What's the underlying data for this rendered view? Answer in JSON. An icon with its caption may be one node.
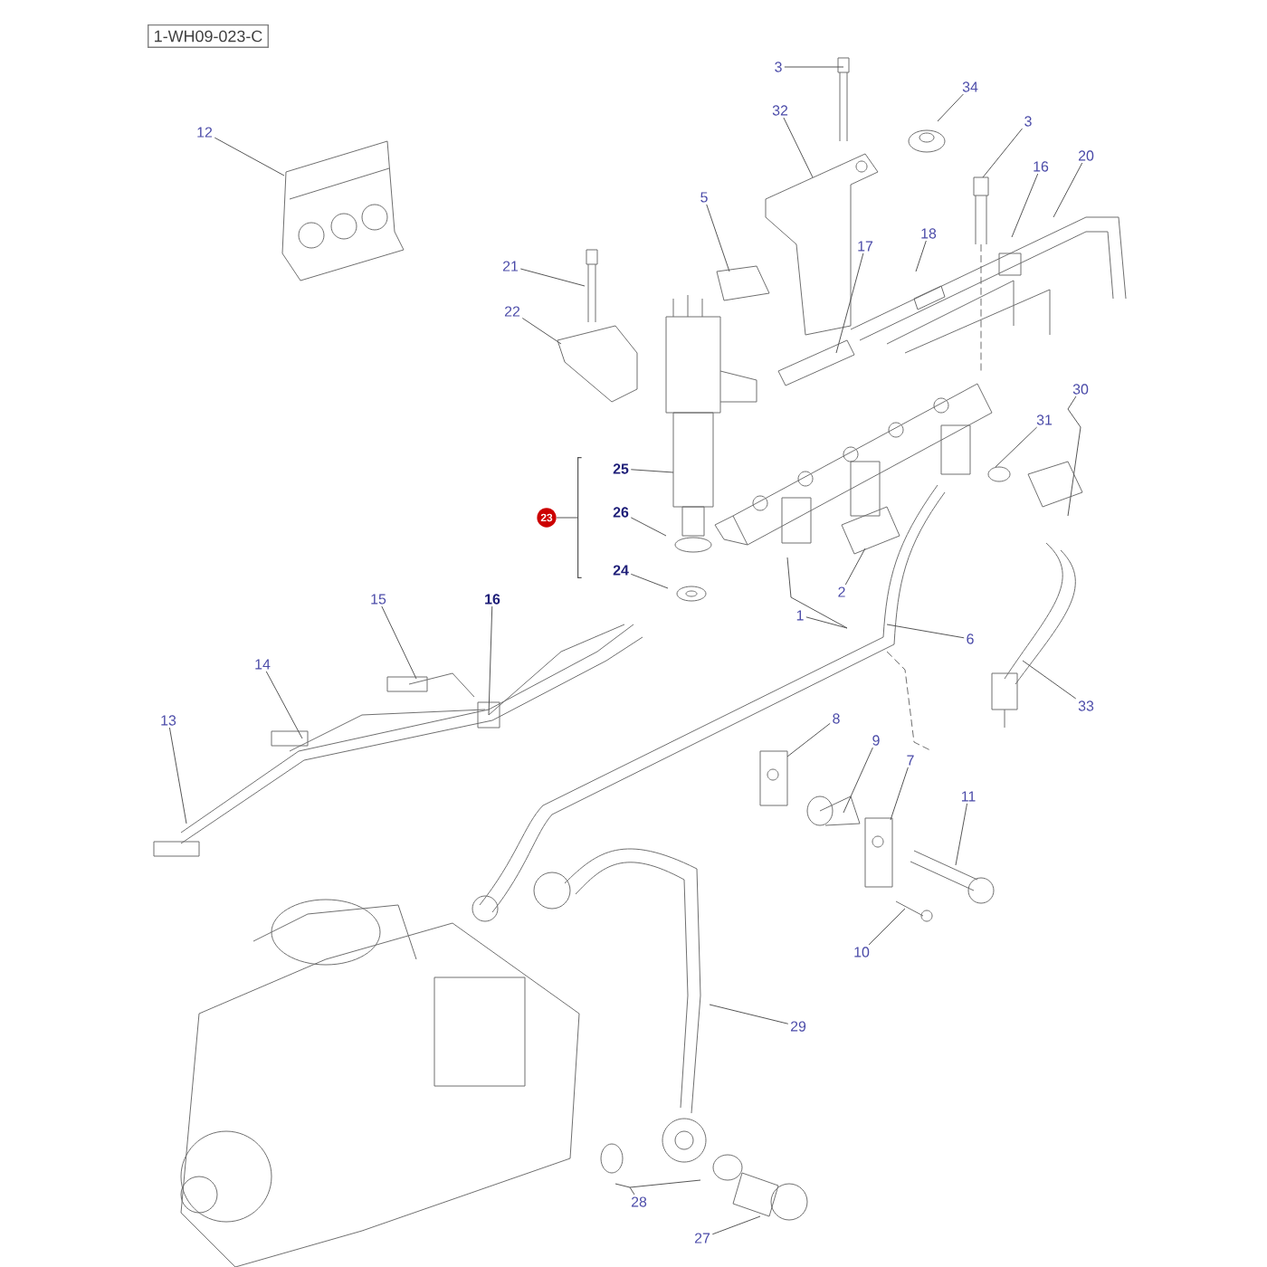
{
  "diagram": {
    "nodes": [
      {
        "text": [
          "1-WH09-023-C"
        ]
      },
      {
        "text": [
          "3"
        ]
      },
      {
        "text": [
          "34"
        ]
      },
      {
        "text": [
          "32"
        ]
      },
      {
        "text": [
          "3"
        ]
      },
      {
        "text": [
          "12"
        ]
      },
      {
        "text": [
          "20"
        ]
      },
      {
        "text": [
          "16"
        ]
      },
      {
        "text": [
          "5"
        ]
      },
      {
        "text": [
          "18"
        ]
      },
      {
        "text": [
          "17"
        ]
      },
      {
        "text": [
          "21"
        ]
      },
      {
        "text": [
          "22"
        ]
      },
      {
        "text": [
          "30"
        ]
      },
      {
        "text": [
          "31"
        ]
      },
      {
        "text": [
          "25"
        ]
      },
      {
        "text": [
          "23"
        ]
      },
      {
        "text": [
          "26"
        ]
      },
      {
        "text": [
          "24"
        ]
      },
      {
        "text": [
          "2"
        ]
      },
      {
        "text": [
          "15"
        ]
      },
      {
        "text": [
          "16"
        ]
      },
      {
        "text": [
          "1"
        ]
      },
      {
        "text": [
          "6"
        ]
      },
      {
        "text": [
          "14"
        ]
      },
      {
        "text": [
          "33"
        ]
      },
      {
        "text": [
          "13"
        ]
      },
      {
        "text": [
          "8"
        ]
      },
      {
        "text": [
          "9"
        ]
      },
      {
        "text": [
          "7"
        ]
      },
      {
        "text": [
          "11"
        ]
      },
      {
        "text": [
          "10"
        ]
      },
      {
        "text": [
          "29"
        ]
      },
      {
        "text": [
          "28"
        ]
      },
      {
        "text": [
          "27"
        ]
      },
      {
        "text": [],
        "shape": "bracket"
      }
    ],
    "edges": [
      {
        "from": 1,
        "to": null,
        "arrow": "none"
      },
      {
        "from": 2,
        "to": null,
        "arrow": "none"
      },
      {
        "from": 3,
        "to": null,
        "arrow": "none"
      },
      {
        "from": 4,
        "to": null,
        "arrow": "none"
      },
      {
        "from": 5,
        "to": null,
        "arrow": "none"
      },
      {
        "from": 6,
        "to": null,
        "arrow": "none"
      },
      {
        "from": 7,
        "to": null,
        "arrow": "none"
      },
      {
        "from": 8,
        "to": null,
        "arrow": "none"
      },
      {
        "from": 9,
        "to": null,
        "arrow": "none"
      },
      {
        "from": 10,
        "to": null,
        "arrow": "none"
      },
      {
        "from": 11,
        "to": null,
        "arrow": "none"
      },
      {
        "from": 12,
        "to": null,
        "arrow": "none"
      },
      {
        "from": 13,
        "to": null,
        "arrow": "none"
      },
      {
        "from": 14,
        "to": null,
        "arrow": "none"
      },
      {
        "from": 15,
        "to": null,
        "arrow": "none"
      },
      {
        "from": 16,
        "to": 35,
        "arrow": "none"
      },
      {
        "from": 17,
        "to": null,
        "arrow": "none"
      },
      {
        "from": 18,
        "to": null,
        "arrow": "none"
      },
      {
        "from": 19,
        "to": null,
        "arrow": "none"
      },
      {
        "from": 20,
        "to": null,
        "arrow": "none"
      },
      {
        "from": 21,
        "to": null,
        "arrow": "none"
      },
      {
        "from": 22,
        "to": null,
        "arrow": "none"
      },
      {
        "from": 23,
        "to": null,
        "arrow": "none"
      },
      {
        "from": 24,
        "to": null,
        "arrow": "none"
      },
      {
        "from": 25,
        "to": null,
        "arrow": "none"
      },
      {
        "from": 26,
        "to": null,
        "arrow": "none"
      },
      {
        "from": 27,
        "to": null,
        "arrow": "none"
      },
      {
        "from": 28,
        "to": null,
        "arrow": "none"
      },
      {
        "from": 29,
        "to": null,
        "arrow": "none"
      },
      {
        "from": 30,
        "to": null,
        "arrow": "none"
      },
      {
        "from": 31,
        "to": null,
        "arrow": "none"
      },
      {
        "from": 32,
        "to": null,
        "arrow": "none"
      },
      {
        "from": 33,
        "to": null,
        "arrow": "none"
      },
      {
        "from": 34,
        "to": null,
        "arrow": "none"
      }
    ]
  }
}
